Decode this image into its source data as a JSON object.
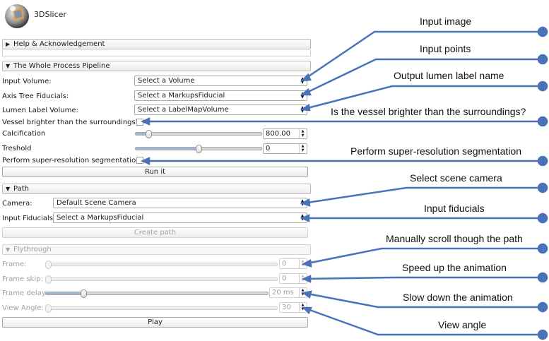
{
  "app": {
    "name": "3DSlicer"
  },
  "sections": {
    "help": "Help & Acknowledgement",
    "pipeline": "The Whole Process Pipeline",
    "path": "Path",
    "flythrough": "Flythrough"
  },
  "pipeline": {
    "input_volume_label": "Input Volume:",
    "input_volume_value": "Select a Volume",
    "axis_tree_label": "Axis Tree Fiducials:",
    "axis_tree_value": "Select a MarkupsFiducial",
    "lumen_label_label": "Lumen Label Volume:",
    "lumen_label_value": "Select a LabelMapVolume",
    "vessel_brighter_label": "Vessel brighter than the surroundings?",
    "calcification_label": "Calcification",
    "calcification_value": "800.00",
    "calcification_level": 0.1,
    "threshold_label": "Treshold",
    "threshold_value": "0",
    "threshold_level": 0.5,
    "super_resolution_label": "Perform super-resolution segmentation?",
    "run_label": "Run it"
  },
  "path": {
    "camera_label": "Camera:",
    "camera_value": "Default Scene Camera",
    "input_fiducials_label": "Input Fiducials:",
    "input_fiducials_value": "Select a MarkupsFiducial",
    "create_path_label": "Create path"
  },
  "flythrough": {
    "frame_label": "Frame:",
    "frame_value": "0",
    "frame_level": 0.0,
    "frame_skip_label": "Frame skip:",
    "frame_skip_value": "0",
    "frame_skip_level": 0.0,
    "frame_delay_label": "Frame delay:",
    "frame_delay_value": "20 ms",
    "frame_delay_level": 0.17,
    "view_angle_label": "View Angle:",
    "view_angle_value": "30",
    "view_angle_level": 0.0,
    "play_label": "Play"
  },
  "annotations": {
    "input_image": "Input image",
    "input_points": "Input points",
    "output_lumen": "Output lumen label name",
    "vessel_brighter": "Is the vessel brighter than the surroundings?",
    "super_resolution": "Perform super-resolution segmentation",
    "select_camera": "Select scene camera",
    "input_fiducials": "Input fiducials",
    "manual_scroll": "Manually scroll though the path",
    "speed_up": "Speed up the animation",
    "slow_down": "Slow down the animation",
    "view_angle": "View angle"
  },
  "colors": {
    "callout": "#4a72b8",
    "accent_fill": "#9fb7d6"
  }
}
